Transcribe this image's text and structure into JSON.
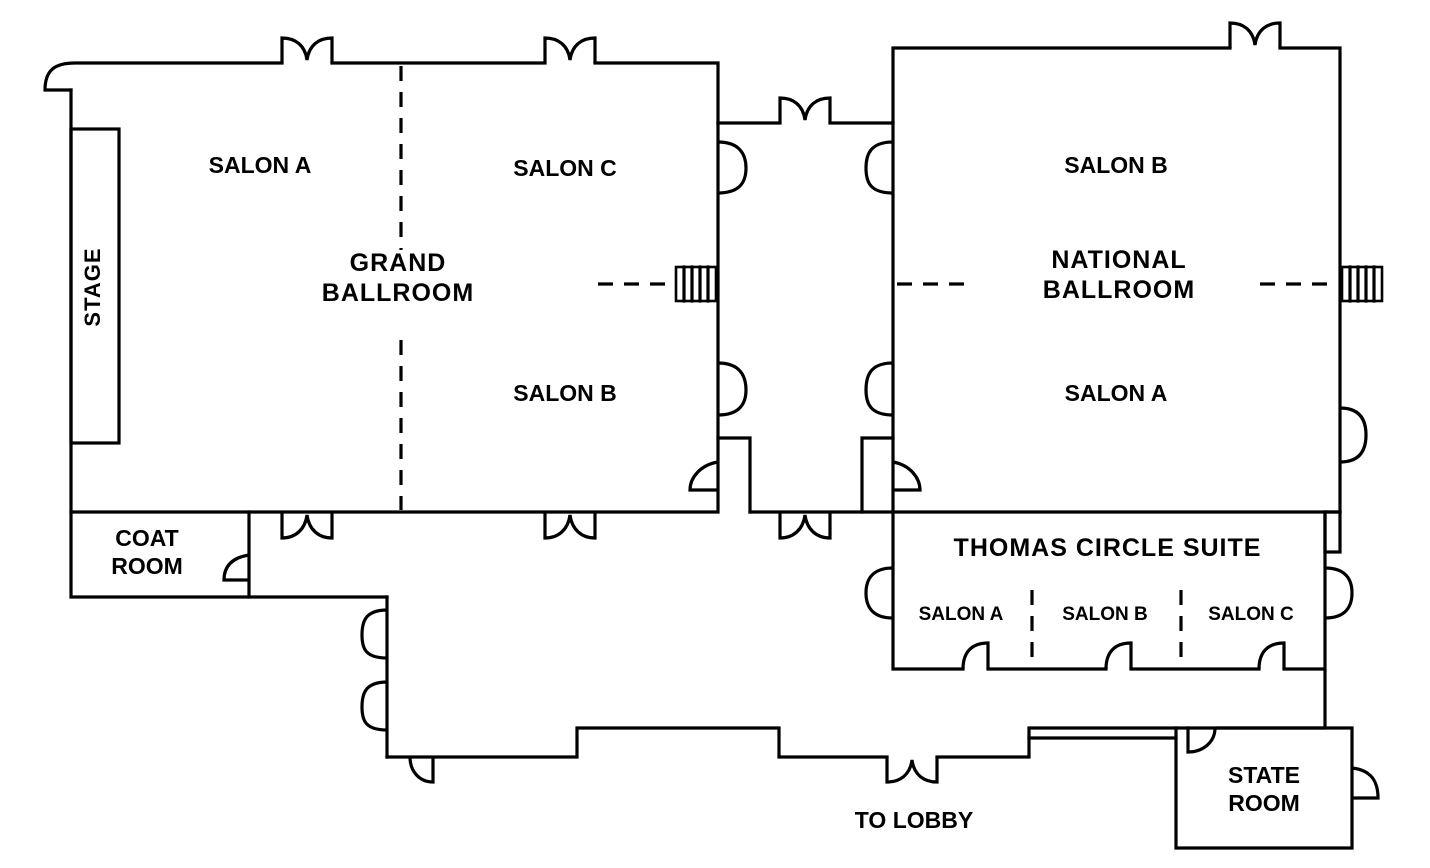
{
  "grand_ballroom": {
    "name": "GRAND\nBALLROOM",
    "salon_a": "SALON A",
    "salon_b": "SALON B",
    "salon_c": "SALON C",
    "stage": "STAGE"
  },
  "national_ballroom": {
    "name": "NATIONAL\nBALLROOM",
    "salon_a": "SALON A",
    "salon_b": "SALON B"
  },
  "thomas_circle_suite": {
    "name": "THOMAS CIRCLE SUITE",
    "salon_a": "SALON A",
    "salon_b": "SALON B",
    "salon_c": "SALON C"
  },
  "coat_room": "COAT\nROOM",
  "state_room": "STATE\nROOM",
  "to_lobby": "TO LOBBY"
}
